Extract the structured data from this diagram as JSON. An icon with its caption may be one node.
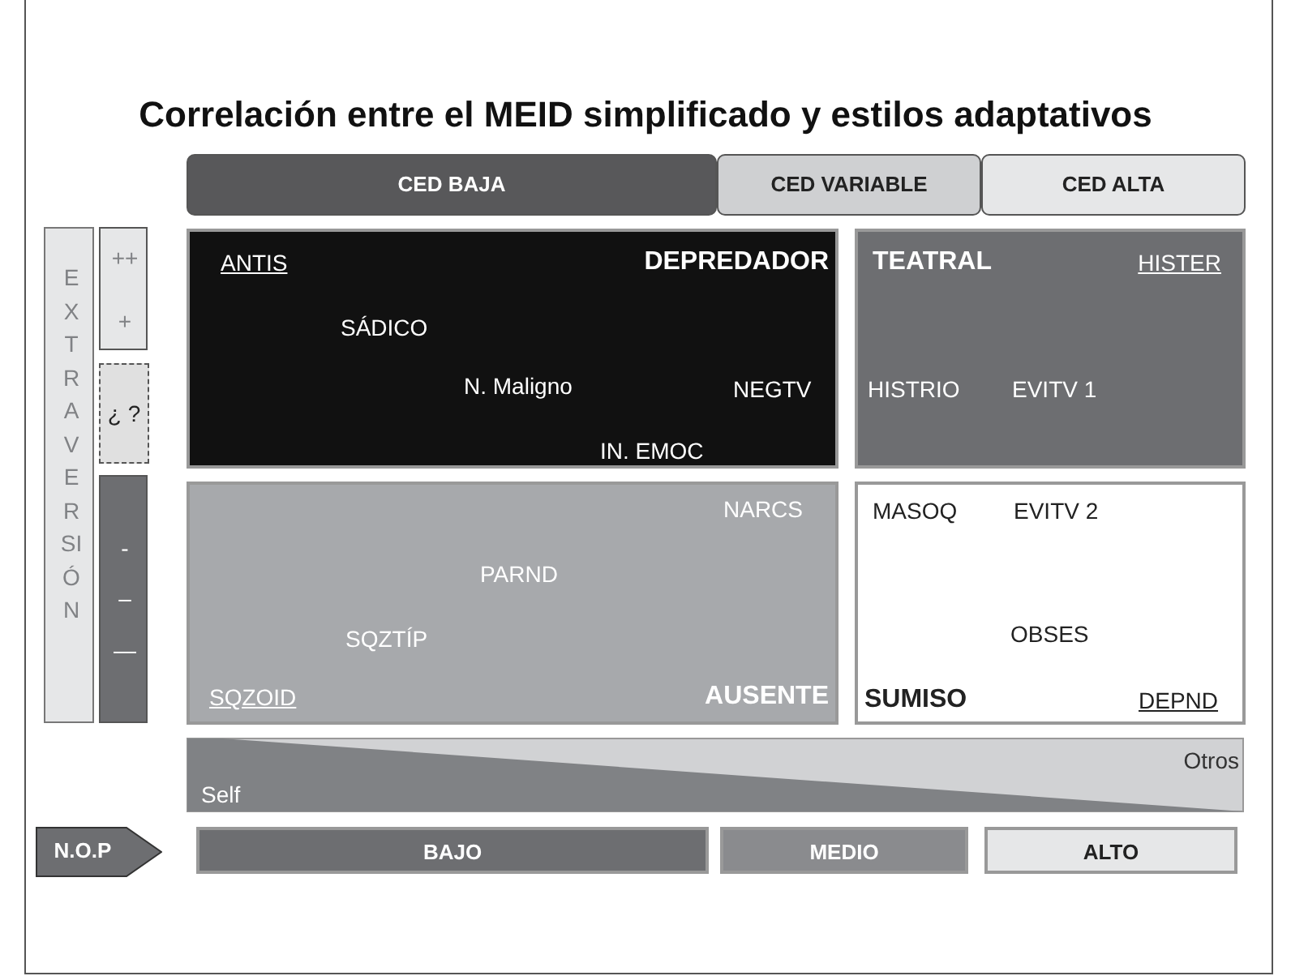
{
  "diagram": {
    "title": "Correlación entre el MEID simplificado y estilos adaptativos",
    "nodes": [
      {
        "text": [
          "CED BAJA"
        ]
      },
      {
        "text": [
          "CED VARIABLE"
        ]
      },
      {
        "text": [
          "CED ALTA"
        ]
      },
      {
        "text": [
          "EXTRAVERSIÓN"
        ]
      },
      {
        "text": [
          "++",
          "+"
        ]
      },
      {
        "text": [
          "¿ ?"
        ]
      },
      {
        "text": [
          "-",
          "–",
          "—"
        ]
      },
      {
        "text": [
          "ANTIS",
          "DEPREDADOR",
          "SÁDICO",
          "N. Maligno",
          "NEGTV",
          "IN. EMOC"
        ]
      },
      {
        "text": [
          "TEATRAL",
          "HISTER",
          "HISTRIO",
          "EVITV 1"
        ]
      },
      {
        "text": [
          "NARCS",
          "PARND",
          "SQZTÍP",
          "SQZOID",
          "AUSENTE"
        ]
      },
      {
        "text": [
          "MASOQ",
          "EVITV 2",
          "OBSES",
          "SUMISO",
          "DEPND"
        ]
      },
      {
        "text": [
          "Otros",
          "Self"
        ]
      },
      {
        "text": [
          "N.O.P"
        ]
      },
      {
        "text": [
          "BAJO"
        ]
      },
      {
        "text": [
          "MEDIO"
        ]
      },
      {
        "text": [
          "ALTO"
        ]
      }
    ]
  }
}
